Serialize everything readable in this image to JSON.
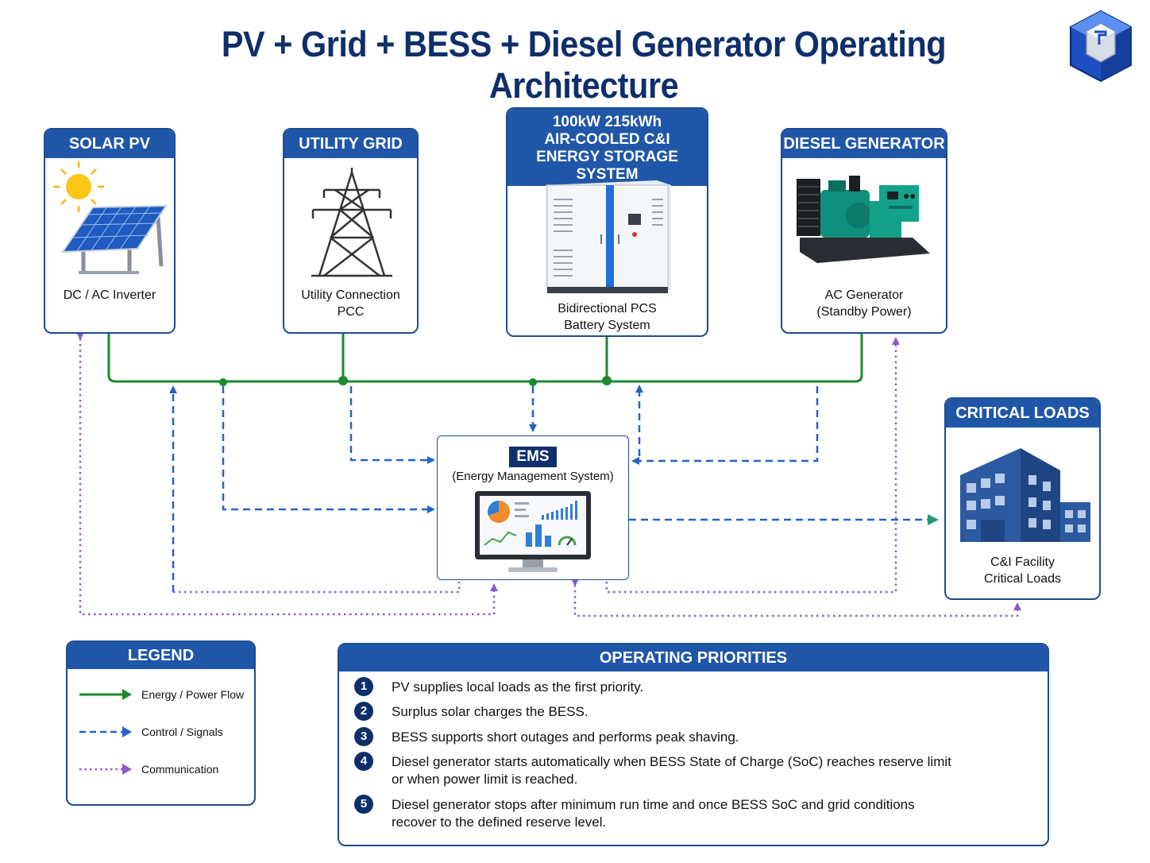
{
  "title": "PV + Grid + BESS + Diesel Generator Operating Architecture",
  "colors": {
    "primary": "#1f56a8",
    "dark": "#0e2f6b",
    "energy": "#1e8a2e",
    "control": "#2563c9",
    "communication": "#8a5bd0"
  },
  "nodes": {
    "solar": {
      "header": "SOLAR PV",
      "caption": "DC / AC Inverter",
      "icon": "solar-panel-icon"
    },
    "grid": {
      "header": "UTILITY GRID",
      "caption_line1": "Utility Connection",
      "caption_line2": "PCC",
      "icon": "transmission-tower-icon"
    },
    "bess": {
      "header_line1": "100kW 215kWh",
      "header_line2": "AIR-COOLED C&I",
      "header_line3": "ENERGY STORAGE SYSTEM",
      "caption_line1": "Bidirectional PCS",
      "caption_line2": "Battery System",
      "icon": "battery-cabinet-icon"
    },
    "diesel": {
      "header": "DIESEL GENERATOR",
      "caption_line1": "AC Generator",
      "caption_line2": "(Standby Power)",
      "icon": "diesel-generator-icon"
    },
    "loads": {
      "header": "CRITICAL LOADS",
      "caption_line1": "C&I Facility",
      "caption_line2": "Critical Loads",
      "icon": "building-icon"
    },
    "ems": {
      "badge": "EMS",
      "subtitle": "(Energy Management System)",
      "icon": "monitor-dashboard-icon"
    }
  },
  "legend": {
    "title": "LEGEND",
    "items": [
      {
        "label": "Energy / Power Flow"
      },
      {
        "label": "Control / Signals"
      },
      {
        "label": "Communication"
      }
    ]
  },
  "priorities": {
    "title": "OPERATING PRIORITIES",
    "items": [
      {
        "num": "1",
        "line1": "PV supplies local loads as the first priority.",
        "line2": ""
      },
      {
        "num": "2",
        "line1": "Surplus solar charges the BESS.",
        "line2": ""
      },
      {
        "num": "3",
        "line1": "BESS supports short outages and performs peak shaving.",
        "line2": ""
      },
      {
        "num": "4",
        "line1": "Diesel generator starts automatically when BESS State of Charge (SoC) reaches reserve limit",
        "line2": "or when power limit is reached."
      },
      {
        "num": "5",
        "line1": "Diesel generator stops after minimum run time and once BESS SoC and grid conditions",
        "line2": "recover to the defined reserve level."
      }
    ]
  }
}
